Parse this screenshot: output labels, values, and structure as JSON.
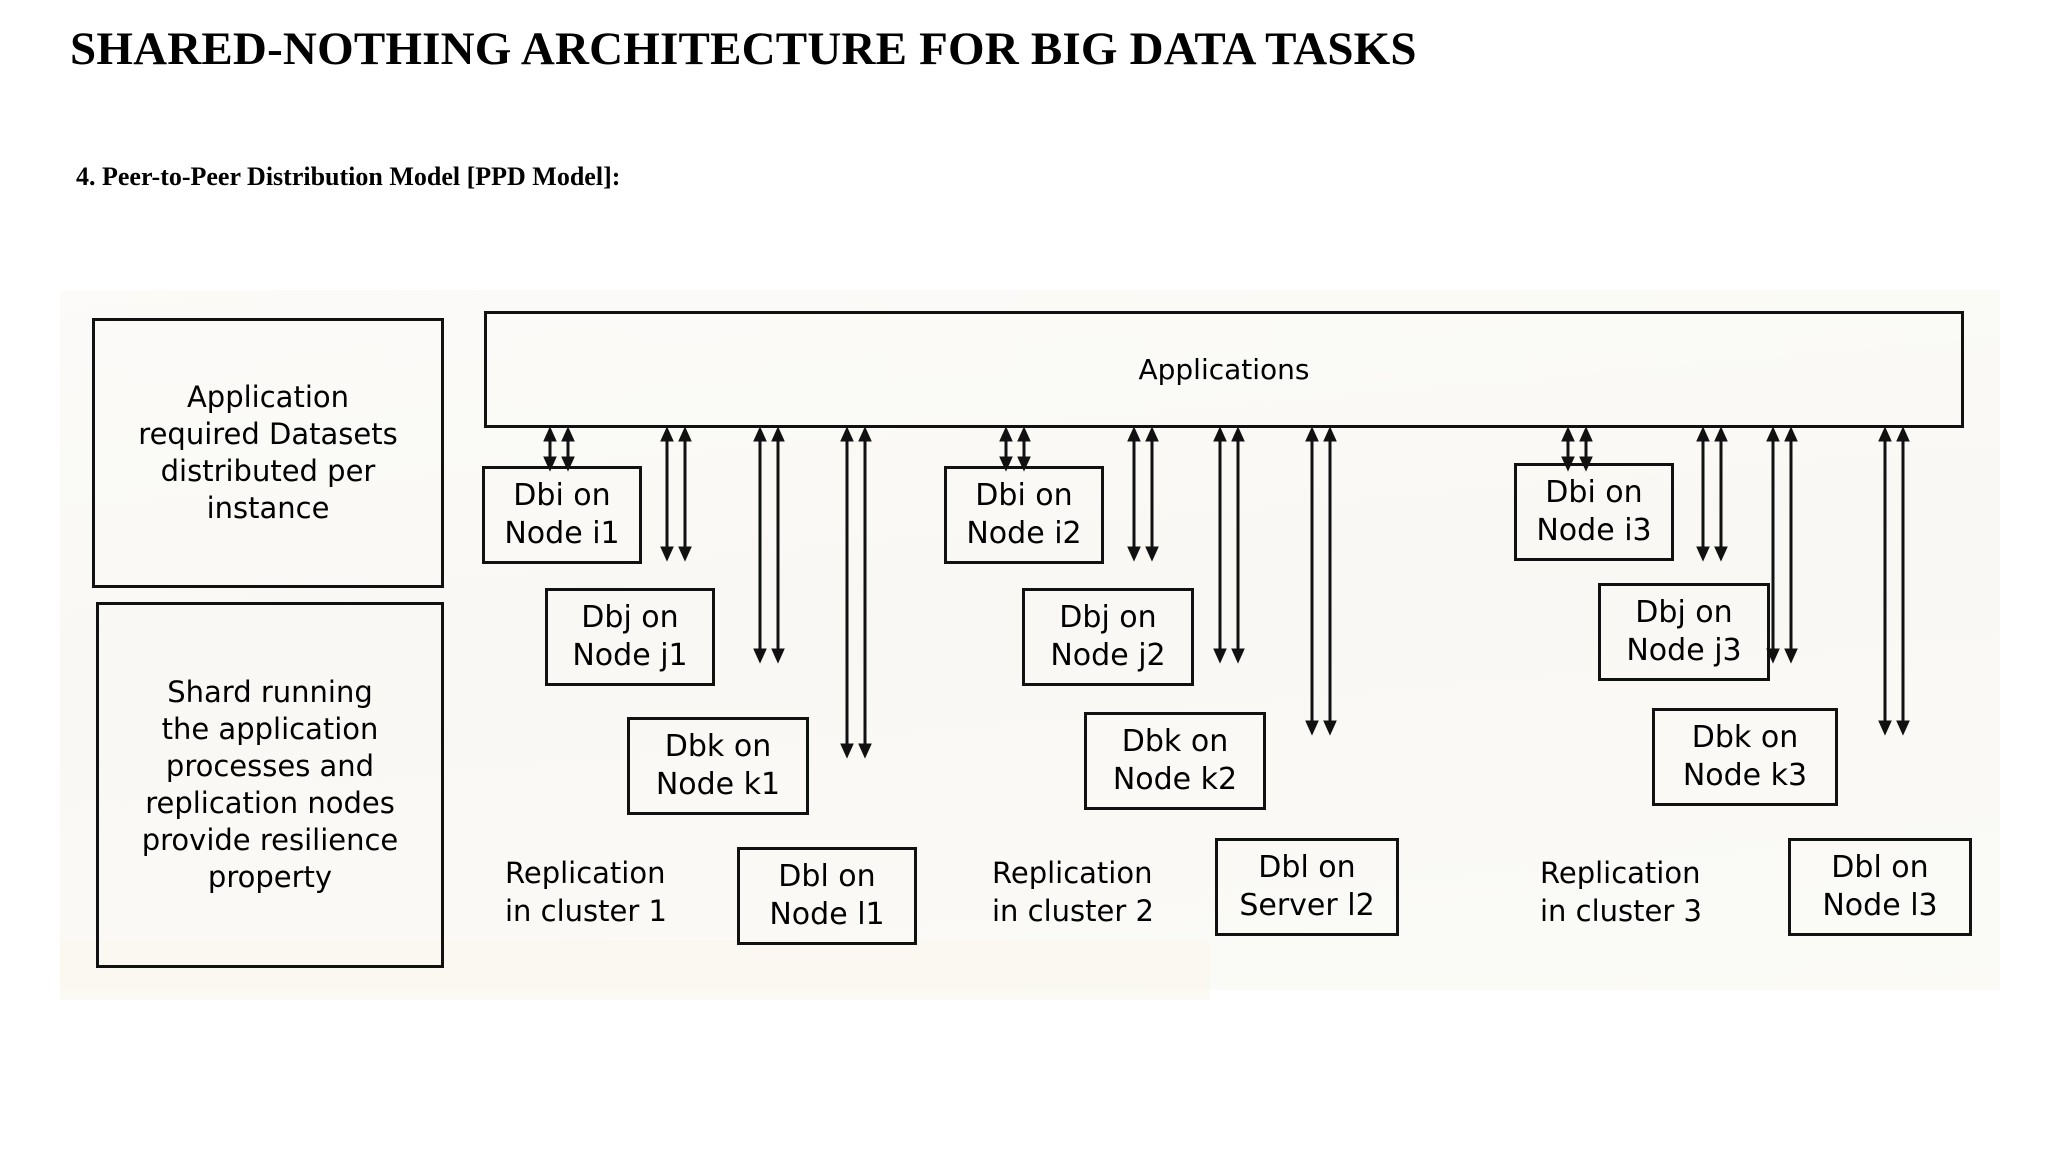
{
  "document": {
    "title": "SHARED-NOTHING ARCHITECTURE FOR BIG DATA TASKS",
    "subtitle": "4. Peer-to-Peer Distribution Model [PPD Model]:"
  },
  "legend_boxes": [
    {
      "id": "application-datasets",
      "lines": [
        "Application",
        "required Datasets",
        "distributed per",
        "instance"
      ]
    },
    {
      "id": "shard-resilience",
      "lines": [
        "Shard running",
        "the application",
        "processes and",
        "replication nodes",
        "provide resilience",
        "property"
      ]
    }
  ],
  "applications_bar": {
    "label": "Applications"
  },
  "clusters": [
    {
      "label_lines": [
        "Replication",
        "in cluster 1"
      ],
      "nodes": [
        {
          "line1": "Dbi on",
          "line2": "Node i1"
        },
        {
          "line1": "Dbj on",
          "line2": "Node j1"
        },
        {
          "line1": "Dbk on",
          "line2": "Node k1"
        },
        {
          "line1": "Dbl on",
          "line2": "Node l1"
        }
      ]
    },
    {
      "label_lines": [
        "Replication",
        "in cluster 2"
      ],
      "nodes": [
        {
          "line1": "Dbi on",
          "line2": "Node i2"
        },
        {
          "line1": "Dbj on",
          "line2": "Node j2"
        },
        {
          "line1": "Dbk on",
          "line2": "Node k2"
        },
        {
          "line1": "Dbl on",
          "line2": "Server l2"
        }
      ]
    },
    {
      "label_lines": [
        "Replication",
        "in cluster 3"
      ],
      "nodes": [
        {
          "line1": "Dbi on",
          "line2": "Node i3"
        },
        {
          "line1": "Dbj on",
          "line2": "Node j3"
        },
        {
          "line1": "Dbk on",
          "line2": "Node k3"
        },
        {
          "line1": "Dbl on",
          "line2": "Node l3"
        }
      ]
    }
  ],
  "colors": {
    "ink": "#111111",
    "paper": "#ffffff"
  }
}
